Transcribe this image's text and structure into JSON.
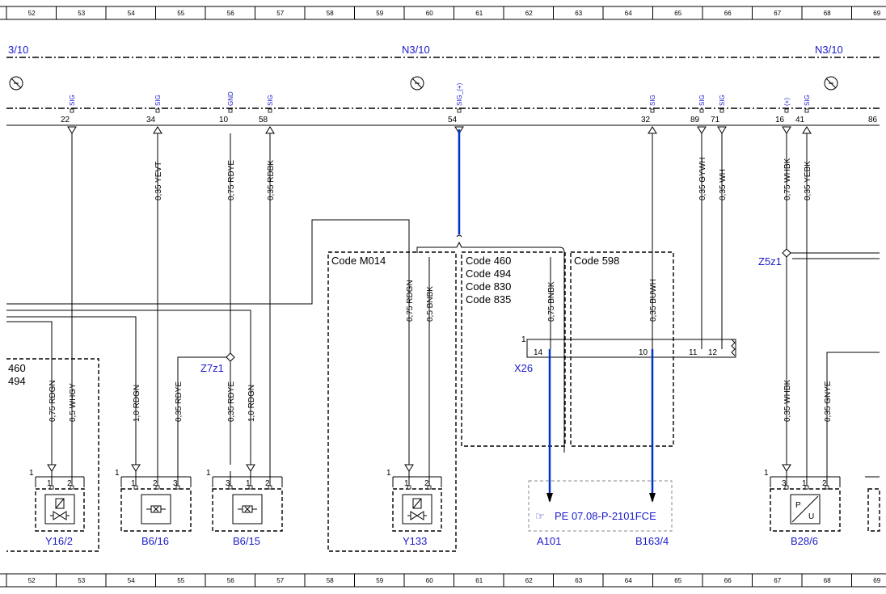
{
  "ruler": [
    "52",
    "53",
    "54",
    "55",
    "56",
    "57",
    "58",
    "59",
    "60",
    "61",
    "62",
    "63",
    "64",
    "65",
    "66",
    "67",
    "68",
    "69"
  ],
  "module": {
    "left": "3/10",
    "center": "N3/10",
    "right": "N3/10"
  },
  "pins": [
    {
      "sig": "SIG",
      "num": "22"
    },
    {
      "sig": "SIG",
      "num": "34"
    },
    {
      "sig": "GND",
      "num": "10"
    },
    {
      "sig": "SIG",
      "num": "58"
    },
    {
      "sig": "SIG_(+)",
      "num": "54"
    },
    {
      "sig": "SIG",
      "num": "32"
    },
    {
      "sig": "SIG",
      "num": "89"
    },
    {
      "sig": "SIG",
      "num": "71"
    },
    {
      "sig": "(+)",
      "num": "16"
    },
    {
      "sig": "SIG",
      "num": "41"
    },
    {
      "sig": "",
      "num": "86"
    }
  ],
  "wires_top": [
    "0,35 YEVT",
    "0,75 RDYE",
    "0,35 RDBK",
    "0,35 GYWH",
    "0,35 WH",
    "0,75 WHBK",
    "0,35 YEBK"
  ],
  "wires_mid": [
    "0,75 RDGN",
    "0,5 BNBK",
    "0,75 BNBK",
    "0,35 BUWH"
  ],
  "wires_low": [
    "0,75 RDGN",
    "0,5 WHGY",
    "1,0 RDGN",
    "0,35 RDYE",
    "0,35 RDYE",
    "1,0 RDGN",
    "0,35 WHBK",
    "0,35 GNYE"
  ],
  "codes": {
    "m014": "Code M014",
    "group": [
      "Code 460",
      "Code 494",
      "Code 830",
      "Code 835"
    ],
    "c598": "Code 598",
    "left": [
      "460",
      "494"
    ]
  },
  "connector": {
    "name": "X26",
    "pin1": "1",
    "pins": [
      "14",
      "10",
      "11",
      "12"
    ]
  },
  "splices": [
    "Z7z1",
    "Z5z1"
  ],
  "components": [
    {
      "name": "Y16/2",
      "pins": [
        "1",
        "2"
      ]
    },
    {
      "name": "B6/16",
      "pins": [
        "1",
        "2",
        "3"
      ]
    },
    {
      "name": "B6/15",
      "pins": [
        "3",
        "1",
        "2"
      ]
    },
    {
      "name": "Y133",
      "pins": [
        "1",
        "2"
      ]
    },
    {
      "name": "B28/6",
      "pins": [
        "3",
        "1",
        "2"
      ]
    }
  ],
  "reference": {
    "text": "PE 07.08-P-2101FCE",
    "left": "A101",
    "right": "B163/4"
  },
  "pin_one": "1"
}
